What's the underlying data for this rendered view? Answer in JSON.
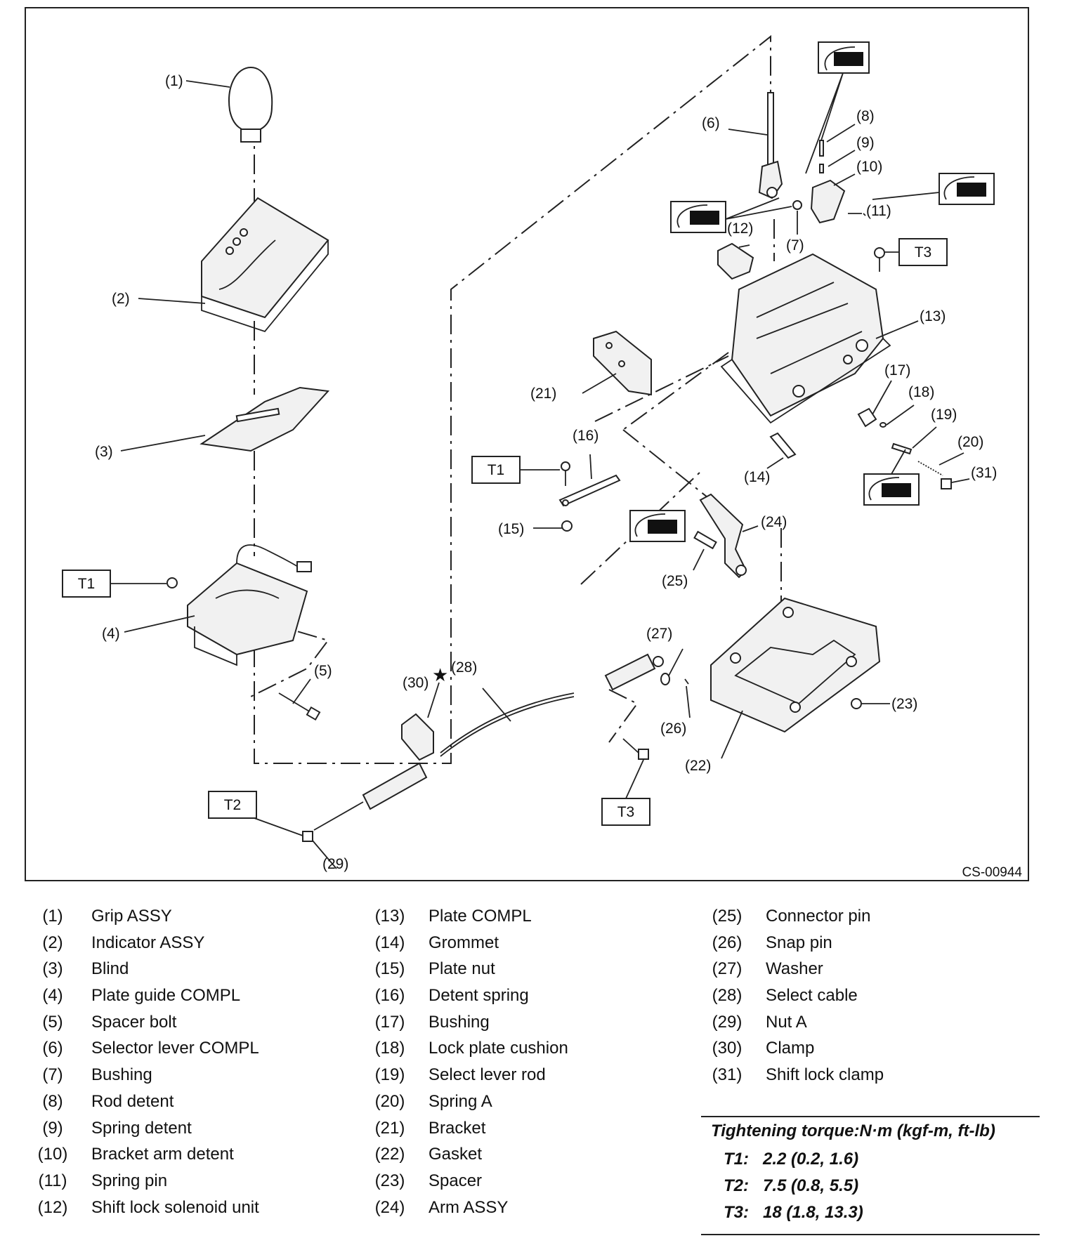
{
  "diagram": {
    "document_code": "CS-00944",
    "callouts": [
      "(1)",
      "(2)",
      "(3)",
      "(4)",
      "(5)",
      "(6)",
      "(7)",
      "(8)",
      "(9)",
      "(10)",
      "(11)",
      "(12)",
      "(13)",
      "(14)",
      "(15)",
      "(16)",
      "(17)",
      "(18)",
      "(19)",
      "(20)",
      "(21)",
      "(22)",
      "(23)",
      "(24)",
      "(25)",
      "(26)",
      "(27)",
      "(28)",
      "(29)",
      "(30)",
      "(31)"
    ],
    "torque_boxes": [
      "T1",
      "T1",
      "T2",
      "T3",
      "T3"
    ],
    "star_symbol": "★"
  },
  "legend": {
    "columns": [
      [
        {
          "num": "(1)",
          "name": "Grip ASSY"
        },
        {
          "num": "(2)",
          "name": "Indicator ASSY"
        },
        {
          "num": "(3)",
          "name": "Blind"
        },
        {
          "num": "(4)",
          "name": "Plate guide COMPL"
        },
        {
          "num": "(5)",
          "name": "Spacer bolt"
        },
        {
          "num": "(6)",
          "name": "Selector lever COMPL"
        },
        {
          "num": "(7)",
          "name": "Bushing"
        },
        {
          "num": "(8)",
          "name": "Rod detent"
        },
        {
          "num": "(9)",
          "name": "Spring detent"
        },
        {
          "num": "(10)",
          "name": "Bracket arm detent"
        },
        {
          "num": "(11)",
          "name": "Spring pin"
        },
        {
          "num": "(12)",
          "name": "Shift lock solenoid unit"
        }
      ],
      [
        {
          "num": "(13)",
          "name": "Plate COMPL"
        },
        {
          "num": "(14)",
          "name": "Grommet"
        },
        {
          "num": "(15)",
          "name": "Plate nut"
        },
        {
          "num": "(16)",
          "name": "Detent spring"
        },
        {
          "num": "(17)",
          "name": "Bushing"
        },
        {
          "num": "(18)",
          "name": "Lock plate cushion"
        },
        {
          "num": "(19)",
          "name": "Select lever rod"
        },
        {
          "num": "(20)",
          "name": "Spring A"
        },
        {
          "num": "(21)",
          "name": "Bracket"
        },
        {
          "num": "(22)",
          "name": "Gasket"
        },
        {
          "num": "(23)",
          "name": "Spacer"
        },
        {
          "num": "(24)",
          "name": "Arm ASSY"
        }
      ],
      [
        {
          "num": "(25)",
          "name": "Connector pin"
        },
        {
          "num": "(26)",
          "name": "Snap pin"
        },
        {
          "num": "(27)",
          "name": "Washer"
        },
        {
          "num": "(28)",
          "name": "Select cable"
        },
        {
          "num": "(29)",
          "name": "Nut A"
        },
        {
          "num": "(30)",
          "name": "Clamp"
        },
        {
          "num": "(31)",
          "name": "Shift lock clamp"
        }
      ]
    ]
  },
  "torque": {
    "title": "Tightening torque:N·m (kgf-m, ft-lb)",
    "rows": [
      {
        "key": "T1:",
        "value": "2.2 (0.2, 1.6)"
      },
      {
        "key": "T2:",
        "value": "7.5 (0.8, 5.5)"
      },
      {
        "key": "T3:",
        "value": "18 (1.8, 13.3)"
      }
    ]
  }
}
